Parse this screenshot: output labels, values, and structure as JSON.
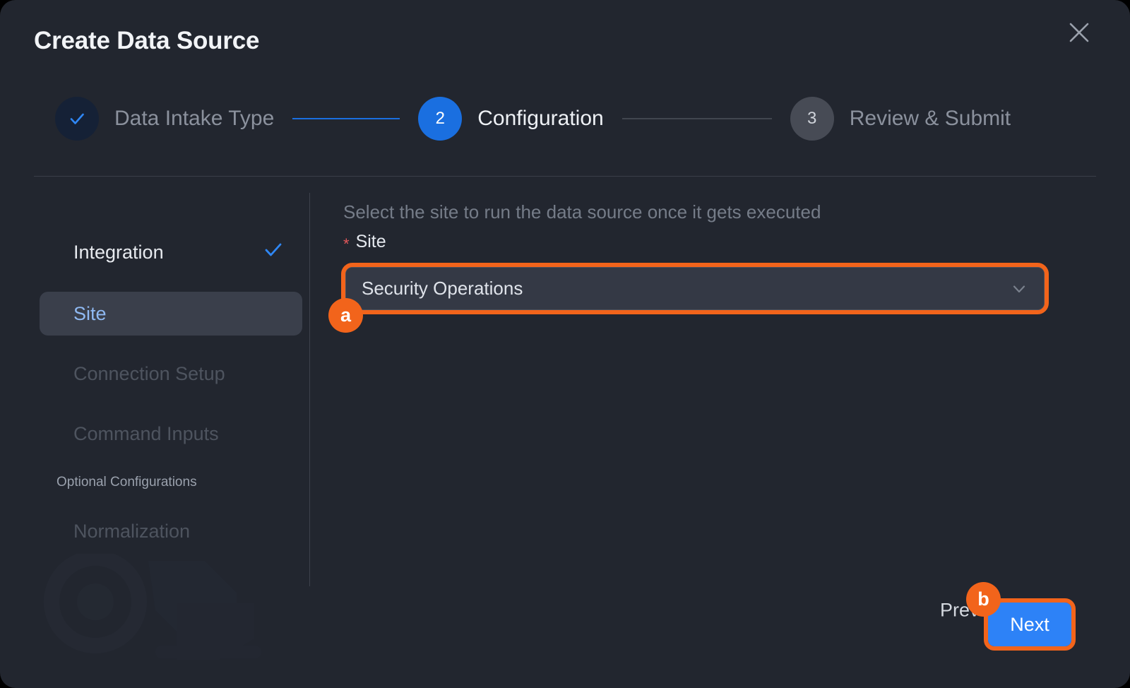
{
  "modal": {
    "title": "Create Data Source",
    "close_icon": "close-icon"
  },
  "stepper": {
    "steps": [
      {
        "index": "1",
        "marker": "check",
        "label": "Data Intake Type",
        "state": "completed"
      },
      {
        "index": "2",
        "marker": "2",
        "label": "Configuration",
        "state": "active"
      },
      {
        "index": "3",
        "marker": "3",
        "label": "Review & Submit",
        "state": "todo"
      }
    ]
  },
  "sidebar": {
    "items": [
      {
        "label": "Integration",
        "state": "completed",
        "check_icon": "check-icon"
      },
      {
        "label": "Site",
        "state": "active"
      },
      {
        "label": "Connection Setup",
        "state": "disabled"
      },
      {
        "label": "Command Inputs",
        "state": "disabled"
      }
    ],
    "section_title": "Optional Configurations",
    "optional_items": [
      {
        "label": "Normalization",
        "state": "disabled"
      }
    ]
  },
  "main": {
    "description": "Select the site to run the data source once it gets executed",
    "field_label": "Site",
    "required_marker": "*",
    "site_select": {
      "value": "Security Operations",
      "chevron_icon": "chevron-down-icon"
    }
  },
  "footer": {
    "previous_label": "Previous",
    "next_label": "Next"
  },
  "annotations": {
    "a": "a",
    "b": "b"
  },
  "colors": {
    "accent_blue": "#2d82f7",
    "highlight_orange": "#f2641b",
    "required_red": "#e4585b",
    "panel_bg": "#22262f",
    "active_row_bg": "#3a3f4b"
  }
}
